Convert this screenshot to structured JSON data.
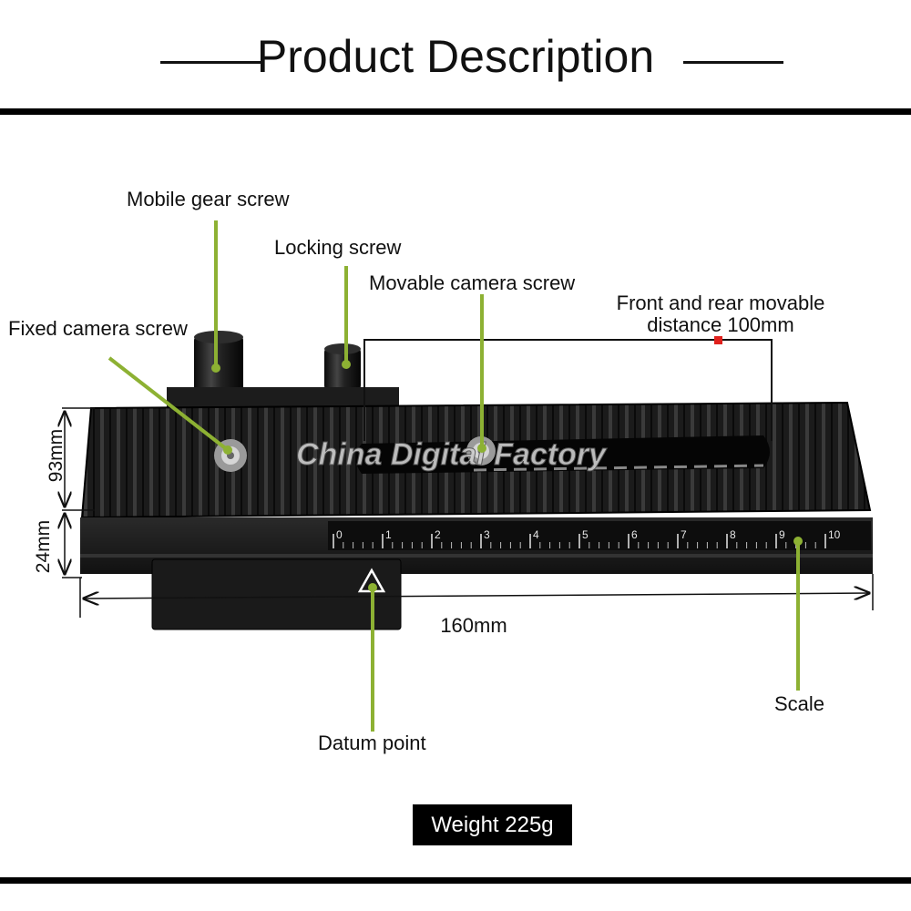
{
  "header": {
    "title": "Product Description"
  },
  "labels": {
    "mobile_gear_screw": "Mobile gear screw",
    "locking_screw": "Locking screw",
    "movable_camera_screw": "Movable camera screw",
    "fixed_camera_screw": "Fixed camera screw",
    "front_rear_line1": "Front and rear movable",
    "front_rear_line2": "distance 100mm",
    "datum_point": "Datum point",
    "scale": "Scale"
  },
  "dimensions": {
    "height_plate": "93mm",
    "height_base": "24mm",
    "length": "160mm"
  },
  "watermark": "China Digital Factory",
  "scale_ticks": [
    "0",
    "1",
    "2",
    "3",
    "4",
    "5",
    "6",
    "7",
    "8",
    "9",
    "10"
  ],
  "weight": "Weight 225g",
  "colors": {
    "leader": "#8db133",
    "marker": "#e0201c",
    "plate": "#151515",
    "band": "#000000"
  }
}
